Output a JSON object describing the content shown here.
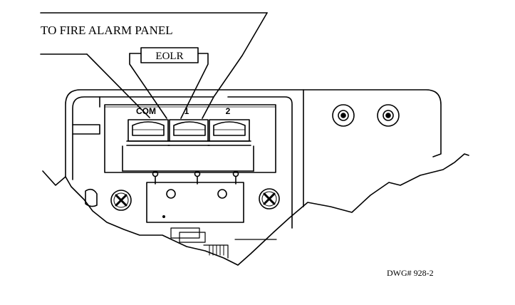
{
  "diagram": {
    "callout_label": "TO FIRE ALARM PANEL",
    "resistor_label": "EOLR",
    "terminal_labels": [
      "COM",
      "1",
      "2"
    ],
    "drawing_number": "DWG# 928-2"
  }
}
